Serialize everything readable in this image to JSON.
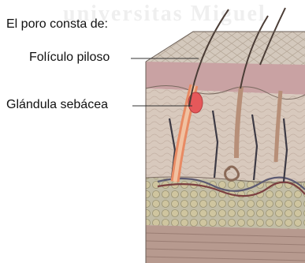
{
  "header": {
    "title": "El poro consta de:"
  },
  "labels": {
    "follicle": "Folículo piloso",
    "gland": "Glándula sebácea"
  },
  "watermark": "universitas Miguel",
  "colors": {
    "skin_top": "#cfc3b6",
    "epidermis": "#c9a3a3",
    "dermis": "#d7c8bd",
    "hypodermis": "#bfb9a0",
    "follicle": "#e88a63",
    "gland": "#e5585a",
    "hair": "#4b3d36",
    "line": "#333333"
  }
}
